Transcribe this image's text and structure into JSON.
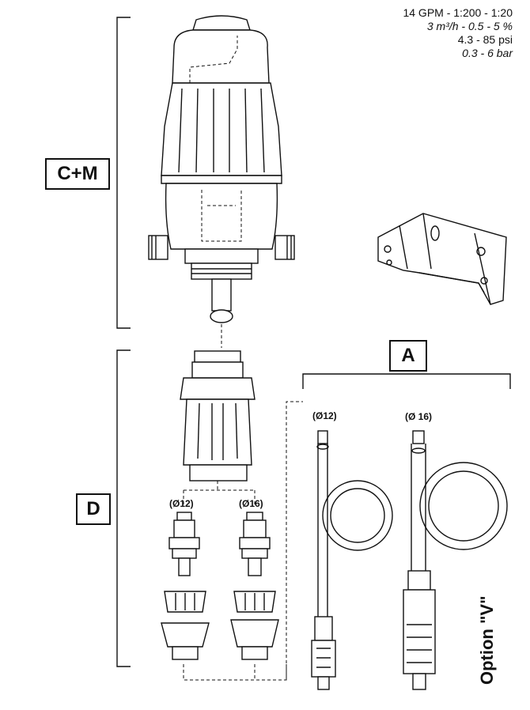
{
  "specs": {
    "line1": "14 GPM - 1:200 - 1:20",
    "line2": "3 m³/h -    0.5  -  5 %",
    "line3": "4.3  - 85 psi",
    "line4": "0.3  -   6 bar"
  },
  "labels": {
    "cm": "C+M",
    "d": "D",
    "a": "A",
    "option": "Option \"V\""
  },
  "dims": {
    "d_left": "(Ø12)",
    "d_right": "(Ø16)",
    "a_left": "(Ø12)",
    "a_right": "(Ø 16)"
  }
}
